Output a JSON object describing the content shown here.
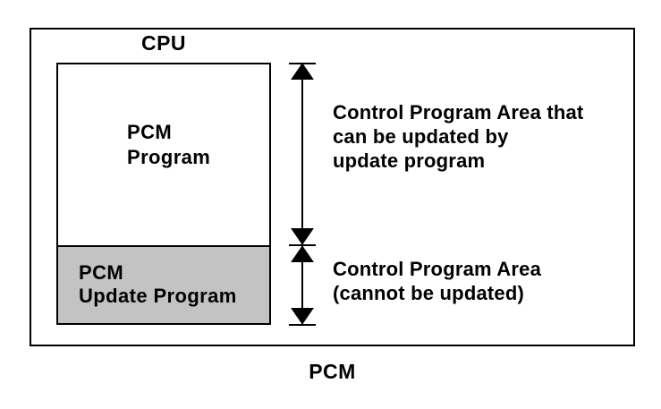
{
  "diagram": {
    "cpu_label": "CPU",
    "pcm_label": "PCM",
    "memory_box": {
      "program_area": {
        "lines": [
          "PCM",
          "Program"
        ]
      },
      "update_area": {
        "lines": [
          "PCM",
          "Update Program"
        ]
      }
    },
    "annotations": {
      "updatable": {
        "lines": [
          "Control Program Area that",
          "can be updated by",
          "update program"
        ]
      },
      "fixed": {
        "lines": [
          "Control Program Area",
          "(cannot be updated)"
        ]
      }
    },
    "colors": {
      "update_area_fill": "#c3c3c3",
      "line_color": "#000000",
      "background": "#ffffff"
    }
  }
}
